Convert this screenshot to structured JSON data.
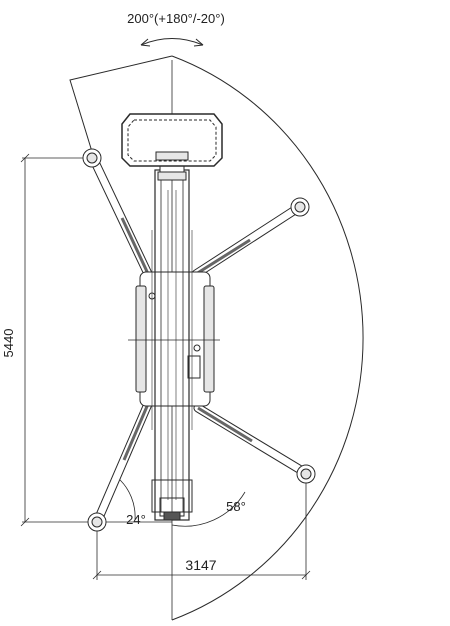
{
  "dimensions": {
    "rotation": "200°(+180°/-20°)",
    "height": "5440",
    "width": "3147",
    "angle_small": "24°",
    "angle_large": "58°"
  },
  "colors": {
    "line": "#2a2a2a",
    "paper": "#ffffff",
    "fill_dark": "#555555",
    "fill_light": "#e6e6e6"
  }
}
